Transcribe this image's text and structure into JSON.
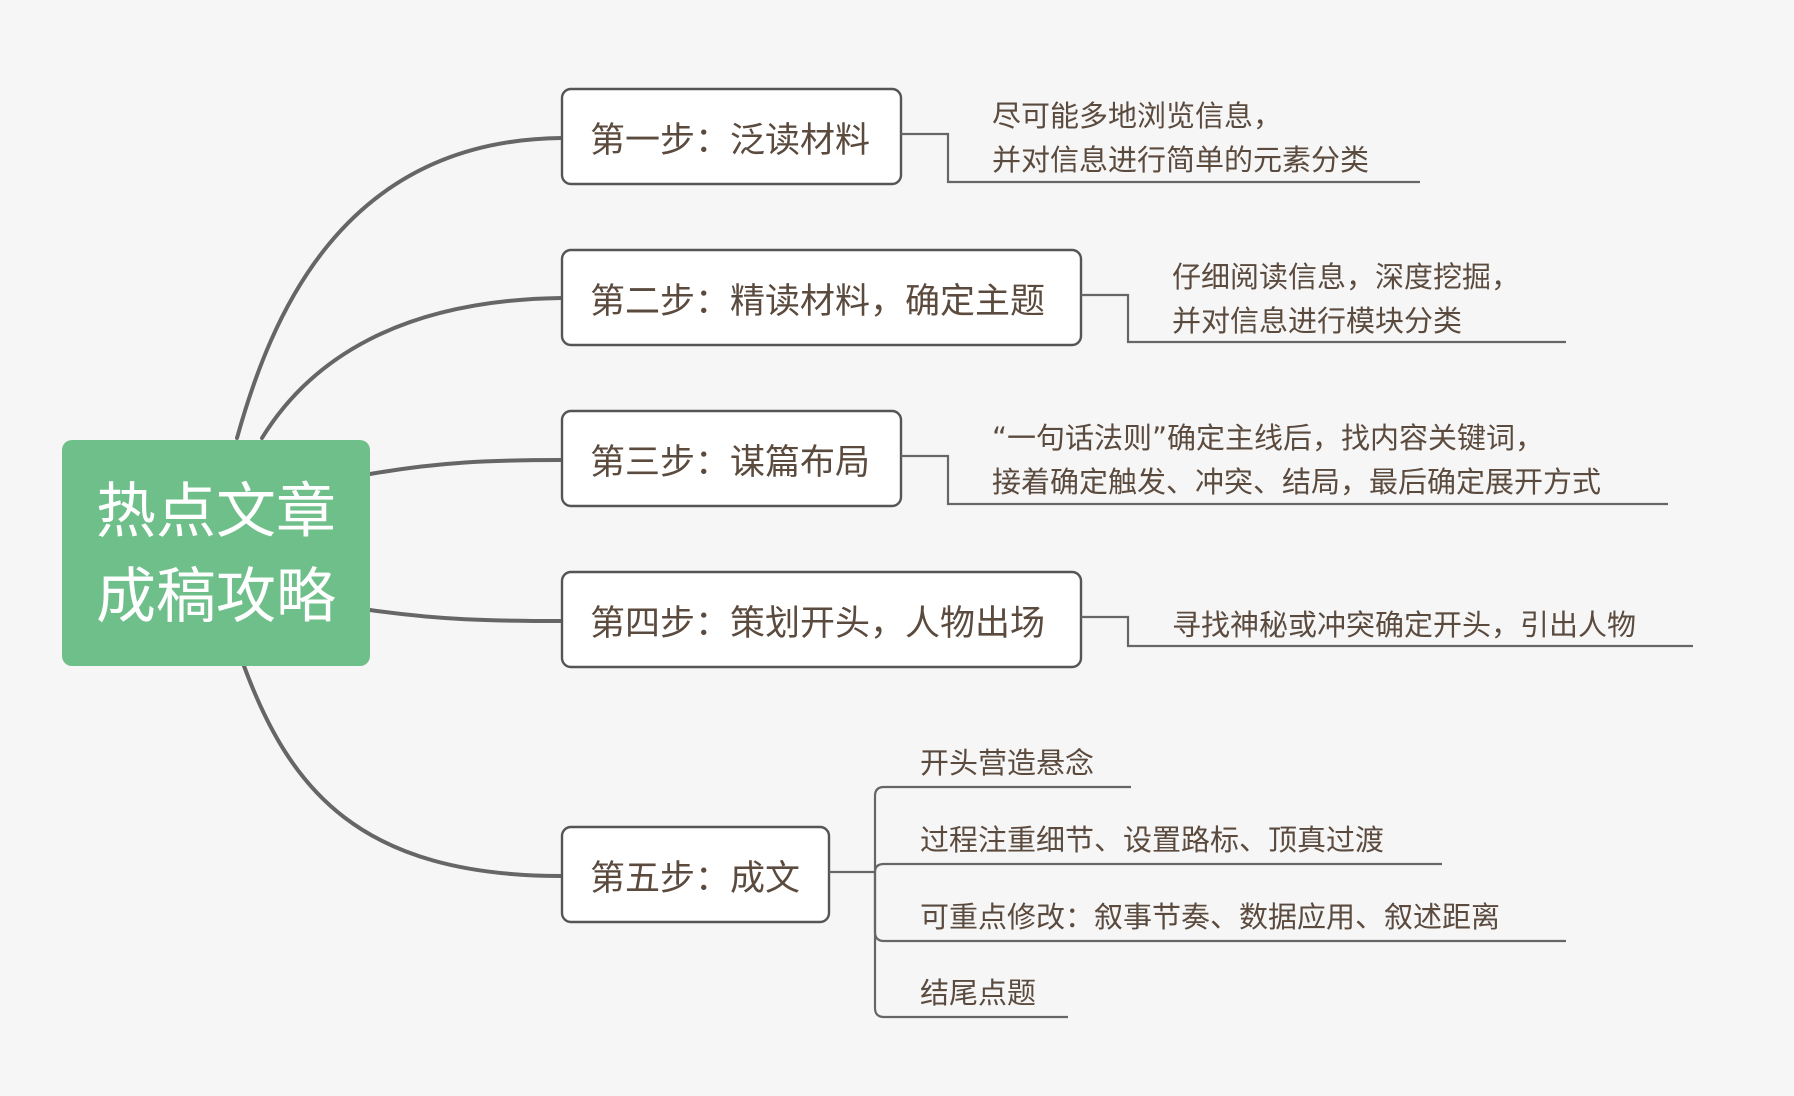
{
  "colors": {
    "root_fill": "#6fbf8b",
    "step_fill": "#ffffff",
    "line": "#666666",
    "text": "#5b4a3e",
    "background": "#f6f6f6"
  },
  "root": {
    "lines": [
      "热点文章",
      "成稿攻略"
    ]
  },
  "steps": [
    {
      "label": "第一步：泛读材料",
      "details": [
        "尽可能多地浏览信息，",
        "并对信息进行简单的元素分类"
      ]
    },
    {
      "label": "第二步：精读材料，确定主题",
      "details": [
        "仔细阅读信息，深度挖掘，",
        "并对信息进行模块分类"
      ]
    },
    {
      "label": "第三步：谋篇布局",
      "details": [
        "“一句话法则”确定主线后，找内容关键词，",
        "接着确定触发、冲突、结局，最后确定展开方式"
      ]
    },
    {
      "label": "第四步：策划开头，人物出场",
      "details": [
        "寻找神秘或冲突确定开头，引出人物"
      ]
    },
    {
      "label": "第五步：成文",
      "subitems": [
        "开头营造悬念",
        "过程注重细节、设置路标、顶真过渡",
        "可重点修改：叙事节奏、数据应用、叙述距离",
        "结尾点题"
      ]
    }
  ]
}
